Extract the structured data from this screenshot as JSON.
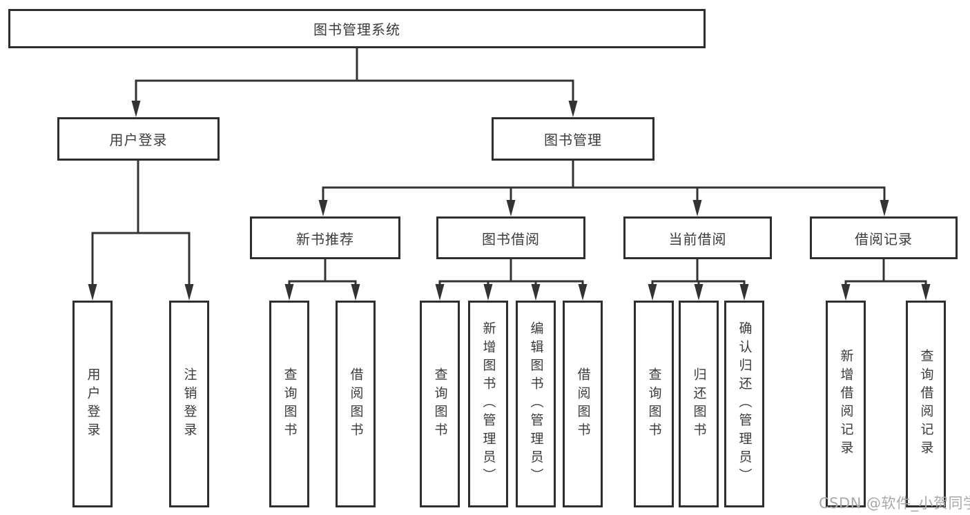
{
  "diagram": {
    "root": {
      "label": "图书管理系统"
    },
    "level2": [
      {
        "label": "用户登录",
        "leaves": [
          "用户登录",
          "注销登录"
        ]
      },
      {
        "label": "图书管理"
      }
    ],
    "level3": [
      {
        "label": "新书推荐",
        "leaves": [
          "查询图书",
          "借阅图书"
        ]
      },
      {
        "label": "图书借阅",
        "leaves": [
          "查询图书",
          "新增图书（管理员）",
          "编辑图书（管理员）",
          "借阅图书"
        ]
      },
      {
        "label": "当前借阅",
        "leaves": [
          "查询图书",
          "归还图书",
          "确认归还（管理员）"
        ]
      },
      {
        "label": "借阅记录",
        "leaves": [
          "新增借阅记录",
          "查询借阅记录"
        ]
      }
    ]
  },
  "watermark": {
    "text": "CSDN @软件_小贺同学"
  },
  "colors": {
    "line": "#333333",
    "box_border": "#2e2e2e",
    "text": "#3b3b3b",
    "watermark": "#a9a9a9",
    "background": "#ffffff"
  }
}
